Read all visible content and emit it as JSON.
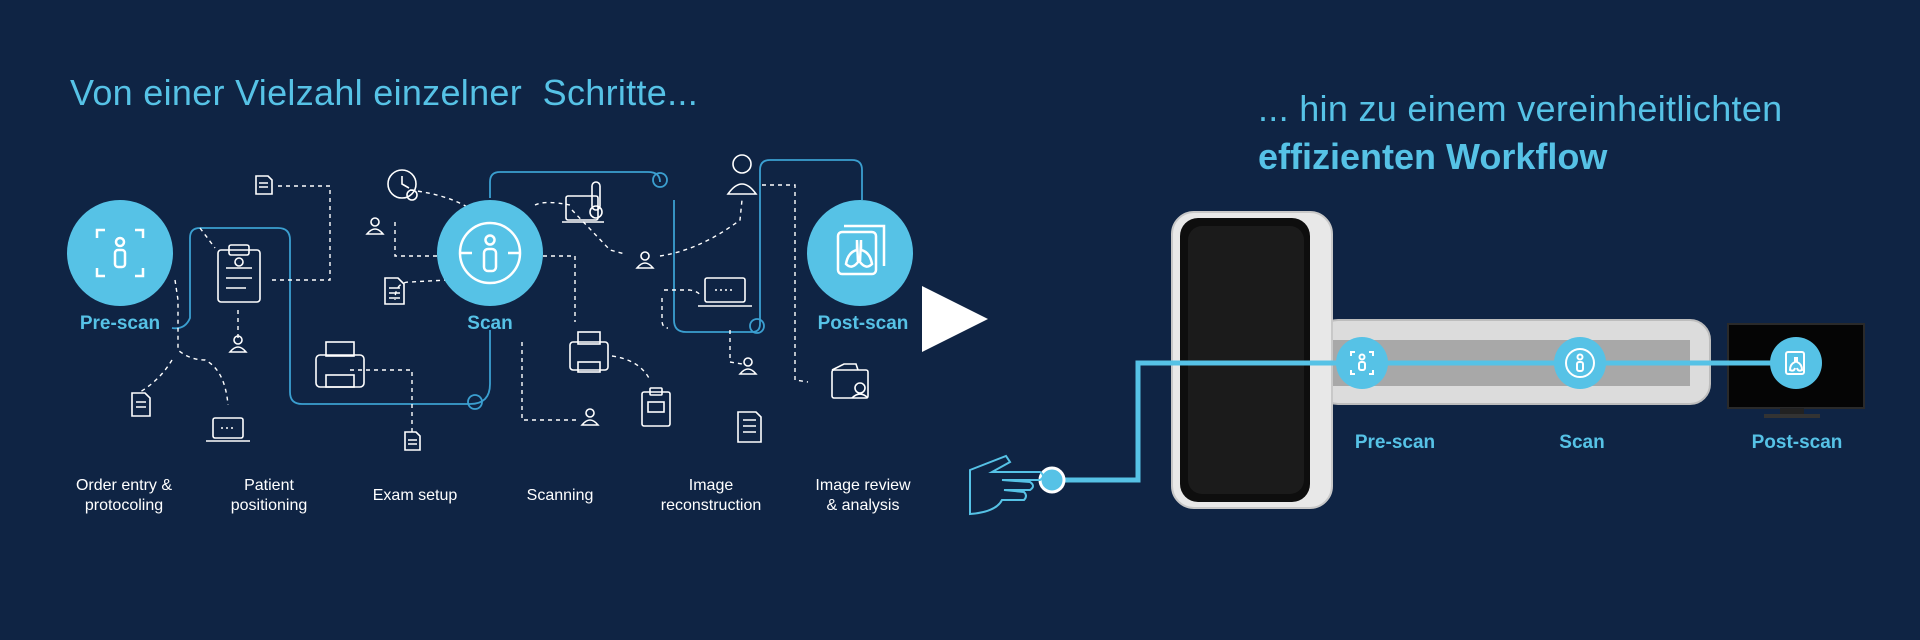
{
  "left": {
    "title": "Von einer Vielzahl einzelner  Schritte...",
    "nodes": {
      "prescan": "Pre-scan",
      "scan": "Scan",
      "postscan": "Post-scan"
    },
    "steps": [
      "Order entry &\nprotocoling",
      "Patient\npositioning",
      "Exam setup",
      "Scanning",
      "Image\nreconstruction",
      "Image review\n& analysis"
    ]
  },
  "right": {
    "title_line1": "... hin zu einem vereinheitlichten",
    "title_line2": "effizienten Workflow",
    "nodes": {
      "prescan": "Pre-scan",
      "scan": "Scan",
      "postscan": "Post-scan"
    }
  },
  "colors": {
    "background": "#0f2444",
    "accent": "#56c2e6",
    "line": "#3b9fd0",
    "white": "#ffffff"
  }
}
